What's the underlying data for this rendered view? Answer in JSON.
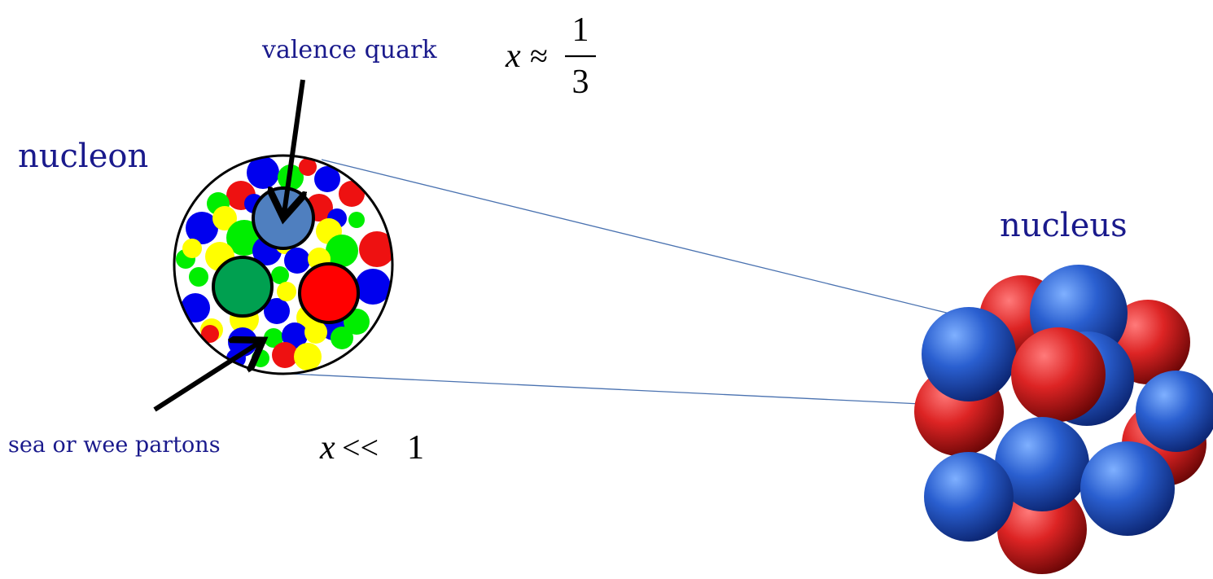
{
  "labels": {
    "nucleon": "nucleon",
    "nucleus": "nucleus",
    "valence_quark": "valence quark",
    "sea_partons": "sea or wee partons"
  },
  "formulas": {
    "valence": {
      "var": "x",
      "op": "≈",
      "numerator": "1",
      "denominator": "3"
    },
    "sea": {
      "var": "x",
      "op": "<<",
      "value": "1"
    }
  },
  "colors": {
    "text": "#1a1a8c",
    "outline": "#000000",
    "zoom_lines": "#4a72b0",
    "quark_blue": "#4f7fbf",
    "quark_green": "#00a050",
    "quark_red": "#ff0000",
    "parton_blue": "#0000ee",
    "parton_red": "#ee1111",
    "parton_green": "#00ee00",
    "parton_yellow": "#ffff00",
    "proton": "#d42020",
    "neutron": "#2a5fd0"
  }
}
